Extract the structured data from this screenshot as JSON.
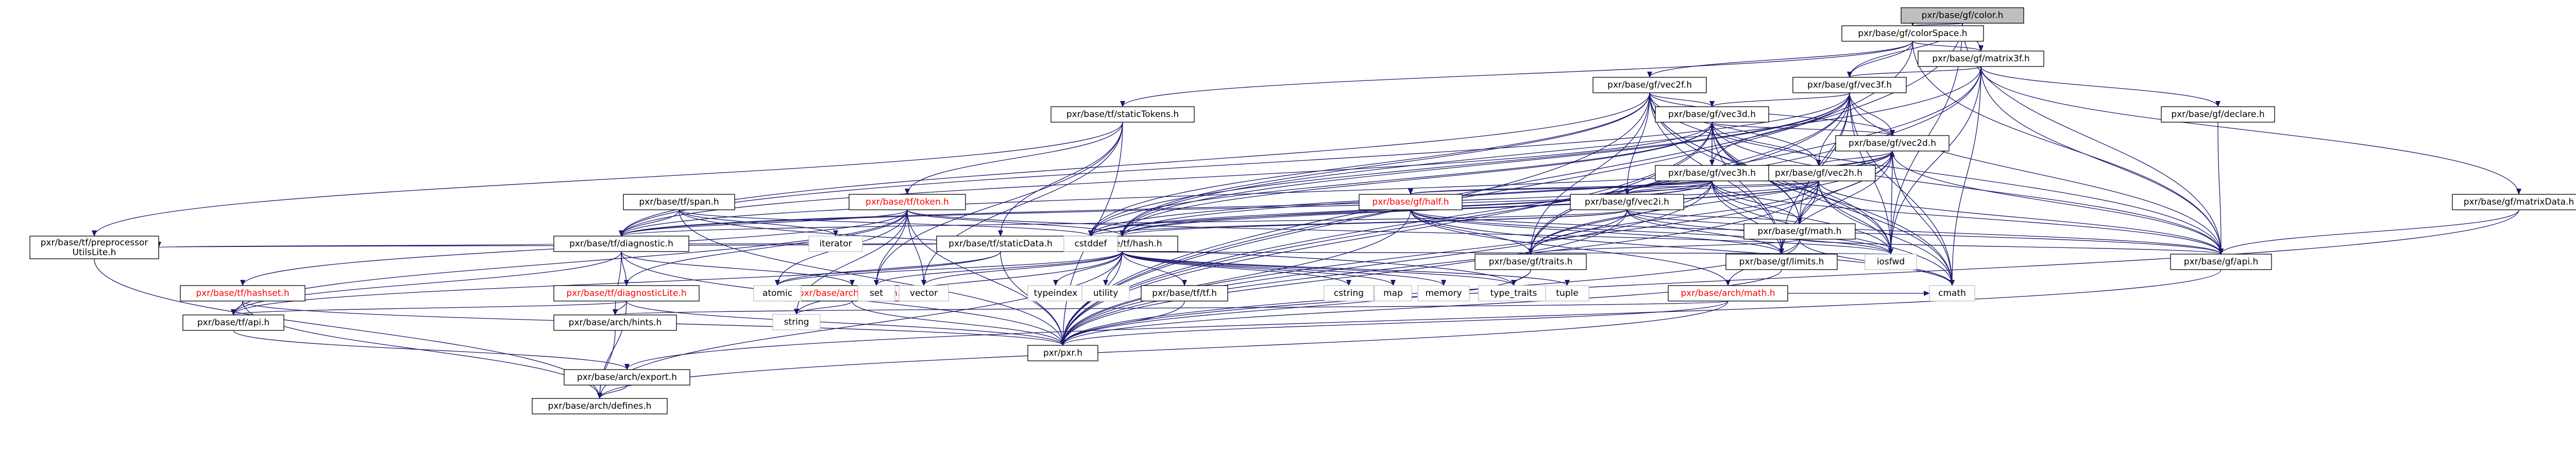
{
  "graph": {
    "title": "pxr/base/gf/color.h",
    "nodes": [
      {
        "id": "color",
        "label": "pxr/base/gf/color.h",
        "kind": "root"
      },
      {
        "id": "colorSpace",
        "label": "pxr/base/gf/colorSpace.h",
        "kind": "doc"
      },
      {
        "id": "matrix3f",
        "label": "pxr/base/gf/matrix3f.h",
        "kind": "doc"
      },
      {
        "id": "vec3f",
        "label": "pxr/base/gf/vec3f.h",
        "kind": "doc"
      },
      {
        "id": "vec2f",
        "label": "pxr/base/gf/vec2f.h",
        "kind": "doc"
      },
      {
        "id": "staticTokens",
        "label": "pxr/base/tf/staticTokens.h",
        "kind": "doc"
      },
      {
        "id": "vec3d",
        "label": "pxr/base/gf/vec3d.h",
        "kind": "doc"
      },
      {
        "id": "declare",
        "label": "pxr/base/gf/declare.h",
        "kind": "doc"
      },
      {
        "id": "vec2d",
        "label": "pxr/base/gf/vec2d.h",
        "kind": "doc"
      },
      {
        "id": "vec2h",
        "label": "pxr/base/gf/vec2h.h",
        "kind": "doc"
      },
      {
        "id": "vec3h",
        "label": "pxr/base/gf/vec3h.h",
        "kind": "doc"
      },
      {
        "id": "vec2i",
        "label": "pxr/base/gf/vec2i.h",
        "kind": "doc"
      },
      {
        "id": "matrixData",
        "label": "pxr/base/gf/matrixData.h",
        "kind": "doc"
      },
      {
        "id": "preprocessorUtilsLite",
        "label": "pxr/base/tf/preprocessor\nUtilsLite.h",
        "kind": "doc"
      },
      {
        "id": "diagnostic",
        "label": "pxr/base/tf/diagnostic.h",
        "kind": "doc"
      },
      {
        "id": "tfSpan",
        "label": "pxr/base/tf/span.h",
        "kind": "doc"
      },
      {
        "id": "tfToken",
        "label": "pxr/base/tf/token.h",
        "kind": "red"
      },
      {
        "id": "staticData",
        "label": "pxr/base/tf/staticData.h",
        "kind": "doc"
      },
      {
        "id": "half",
        "label": "pxr/base/gf/half.h",
        "kind": "red"
      },
      {
        "id": "gfMath",
        "label": "pxr/base/gf/math.h",
        "kind": "doc"
      },
      {
        "id": "limits",
        "label": "pxr/base/gf/limits.h",
        "kind": "doc"
      },
      {
        "id": "archMath",
        "label": "pxr/base/arch/math.h",
        "kind": "red"
      },
      {
        "id": "tfHash",
        "label": "pxr/base/tf/hash.h",
        "kind": "doc"
      },
      {
        "id": "traits",
        "label": "pxr/base/gf/traits.h",
        "kind": "doc"
      },
      {
        "id": "gfApi",
        "label": "pxr/base/gf/api.h",
        "kind": "doc"
      },
      {
        "id": "hashset",
        "label": "pxr/base/tf/hashset.h",
        "kind": "red"
      },
      {
        "id": "diagnosticLite",
        "label": "pxr/base/tf/diagnosticLite.h",
        "kind": "red"
      },
      {
        "id": "archFunction",
        "label": "pxr/base/arch/function.h",
        "kind": "red"
      },
      {
        "id": "tfApi",
        "label": "pxr/base/tf/api.h",
        "kind": "doc"
      },
      {
        "id": "archHints",
        "label": "pxr/base/arch/hints.h",
        "kind": "doc"
      },
      {
        "id": "tfTf",
        "label": "pxr/base/tf/tf.h",
        "kind": "doc"
      },
      {
        "id": "pxr",
        "label": "pxr/pxr.h",
        "kind": "doc"
      },
      {
        "id": "archExport",
        "label": "pxr/base/arch/export.h",
        "kind": "doc"
      },
      {
        "id": "archDefines",
        "label": "pxr/base/arch/defines.h",
        "kind": "doc"
      },
      {
        "id": "iterator",
        "label": "iterator",
        "kind": "plain"
      },
      {
        "id": "cstddef",
        "label": "cstddef",
        "kind": "plain"
      },
      {
        "id": "atomic",
        "label": "atomic",
        "kind": "plain"
      },
      {
        "id": "set",
        "label": "set",
        "kind": "plain"
      },
      {
        "id": "vector",
        "label": "vector",
        "kind": "plain"
      },
      {
        "id": "typeindex",
        "label": "typeindex",
        "kind": "plain"
      },
      {
        "id": "utility",
        "label": "utility",
        "kind": "plain"
      },
      {
        "id": "cstring",
        "label": "cstring",
        "kind": "plain"
      },
      {
        "id": "map",
        "label": "map",
        "kind": "plain"
      },
      {
        "id": "memory",
        "label": "memory",
        "kind": "plain"
      },
      {
        "id": "typeTraits",
        "label": "type_traits",
        "kind": "plain"
      },
      {
        "id": "tuple",
        "label": "tuple",
        "kind": "plain"
      },
      {
        "id": "iosfwd",
        "label": "iosfwd",
        "kind": "plain"
      },
      {
        "id": "cmath",
        "label": "cmath",
        "kind": "plain"
      },
      {
        "id": "string",
        "label": "string",
        "kind": "plain"
      }
    ],
    "edges": [
      [
        "color",
        "colorSpace"
      ],
      [
        "color",
        "matrix3f"
      ],
      [
        "color",
        "vec3f"
      ],
      [
        "color",
        "gfApi"
      ],
      [
        "color",
        "pxr"
      ],
      [
        "color",
        "iosfwd"
      ],
      [
        "colorSpace",
        "matrix3f"
      ],
      [
        "colorSpace",
        "vec2f"
      ],
      [
        "colorSpace",
        "vec3f"
      ],
      [
        "colorSpace",
        "staticTokens"
      ],
      [
        "colorSpace",
        "gfApi"
      ],
      [
        "colorSpace",
        "pxr"
      ],
      [
        "matrix3f",
        "declare"
      ],
      [
        "matrix3f",
        "matrixData"
      ],
      [
        "matrix3f",
        "vec3f"
      ],
      [
        "matrix3f",
        "traits"
      ],
      [
        "matrix3f",
        "gfApi"
      ],
      [
        "matrix3f",
        "pxr"
      ],
      [
        "matrix3f",
        "iosfwd"
      ],
      [
        "matrix3f",
        "tfHash"
      ],
      [
        "matrix3f",
        "cmath"
      ],
      [
        "vec3f",
        "diagnostic"
      ],
      [
        "vec3f",
        "limits"
      ],
      [
        "vec3f",
        "traits"
      ],
      [
        "vec3f",
        "gfMath"
      ],
      [
        "vec3f",
        "tfHash"
      ],
      [
        "vec3f",
        "gfApi"
      ],
      [
        "vec3f",
        "pxr"
      ],
      [
        "vec3f",
        "cstddef"
      ],
      [
        "vec3f",
        "cmath"
      ],
      [
        "vec3f",
        "iosfwd"
      ],
      [
        "vec3f",
        "vec3d"
      ],
      [
        "vec3f",
        "vec3h"
      ],
      [
        "vec3f",
        "vec2d"
      ],
      [
        "vec3f",
        "vec2h"
      ],
      [
        "vec2f",
        "diagnostic"
      ],
      [
        "vec2f",
        "limits"
      ],
      [
        "vec2f",
        "traits"
      ],
      [
        "vec2f",
        "gfMath"
      ],
      [
        "vec2f",
        "tfHash"
      ],
      [
        "vec2f",
        "gfApi"
      ],
      [
        "vec2f",
        "pxr"
      ],
      [
        "vec2f",
        "cstddef"
      ],
      [
        "vec2f",
        "cmath"
      ],
      [
        "vec2f",
        "iosfwd"
      ],
      [
        "vec2f",
        "vec2d"
      ],
      [
        "vec2f",
        "vec2h"
      ],
      [
        "vec2f",
        "vec2i"
      ],
      [
        "vec2f",
        "vec3d"
      ],
      [
        "staticTokens",
        "preprocessorUtilsLite"
      ],
      [
        "staticTokens",
        "staticData"
      ],
      [
        "staticTokens",
        "tfToken"
      ],
      [
        "staticTokens",
        "pxr"
      ],
      [
        "staticTokens",
        "set"
      ],
      [
        "staticTokens",
        "vector"
      ],
      [
        "vec3d",
        "diagnostic"
      ],
      [
        "vec3d",
        "limits"
      ],
      [
        "vec3d",
        "traits"
      ],
      [
        "vec3d",
        "gfMath"
      ],
      [
        "vec3d",
        "tfHash"
      ],
      [
        "vec3d",
        "gfApi"
      ],
      [
        "vec3d",
        "pxr"
      ],
      [
        "vec3d",
        "cstddef"
      ],
      [
        "vec3d",
        "cmath"
      ],
      [
        "vec3d",
        "iosfwd"
      ],
      [
        "vec3d",
        "vec2d"
      ],
      [
        "vec3d",
        "vec2h"
      ],
      [
        "vec3d",
        "vec3h"
      ],
      [
        "vec2d",
        "diagnostic"
      ],
      [
        "vec2d",
        "limits"
      ],
      [
        "vec2d",
        "traits"
      ],
      [
        "vec2d",
        "gfMath"
      ],
      [
        "vec2d",
        "tfHash"
      ],
      [
        "vec2d",
        "gfApi"
      ],
      [
        "vec2d",
        "pxr"
      ],
      [
        "vec2d",
        "cstddef"
      ],
      [
        "vec2d",
        "cmath"
      ],
      [
        "vec2d",
        "iosfwd"
      ],
      [
        "vec2d",
        "vec2i"
      ],
      [
        "vec2h",
        "diagnostic"
      ],
      [
        "vec2h",
        "limits"
      ],
      [
        "vec2h",
        "traits"
      ],
      [
        "vec2h",
        "gfMath"
      ],
      [
        "vec2h",
        "half"
      ],
      [
        "vec2h",
        "tfHash"
      ],
      [
        "vec2h",
        "gfApi"
      ],
      [
        "vec2h",
        "pxr"
      ],
      [
        "vec2h",
        "cstddef"
      ],
      [
        "vec2h",
        "cmath"
      ],
      [
        "vec2h",
        "iosfwd"
      ],
      [
        "vec2h",
        "vec2i"
      ],
      [
        "vec2h",
        "vec2d"
      ],
      [
        "vec3h",
        "diagnostic"
      ],
      [
        "vec3h",
        "limits"
      ],
      [
        "vec3h",
        "traits"
      ],
      [
        "vec3h",
        "gfMath"
      ],
      [
        "vec3h",
        "half"
      ],
      [
        "vec3h",
        "tfHash"
      ],
      [
        "vec3h",
        "gfApi"
      ],
      [
        "vec3h",
        "pxr"
      ],
      [
        "vec3h",
        "cstddef"
      ],
      [
        "vec3h",
        "cmath"
      ],
      [
        "vec3h",
        "iosfwd"
      ],
      [
        "vec3h",
        "vec2h"
      ],
      [
        "vec3h",
        "vec3d"
      ],
      [
        "vec3h",
        "vec2i"
      ],
      [
        "vec2i",
        "diagnostic"
      ],
      [
        "vec2i",
        "limits"
      ],
      [
        "vec2i",
        "traits"
      ],
      [
        "vec2i",
        "tfHash"
      ],
      [
        "vec2i",
        "gfApi"
      ],
      [
        "vec2i",
        "pxr"
      ],
      [
        "vec2i",
        "cstddef"
      ],
      [
        "vec2i",
        "iosfwd"
      ],
      [
        "vec2i",
        "gfMath"
      ],
      [
        "matrixData",
        "pxr"
      ],
      [
        "matrixData",
        "gfApi"
      ],
      [
        "declare",
        "gfApi"
      ],
      [
        "diagnostic",
        "diagnosticLite"
      ],
      [
        "diagnostic",
        "tfApi"
      ],
      [
        "diagnostic",
        "pxr"
      ],
      [
        "diagnostic",
        "preprocessorUtilsLite"
      ],
      [
        "diagnostic",
        "archFunction"
      ],
      [
        "diagnostic",
        "archHints"
      ],
      [
        "diagnostic",
        "cstddef"
      ],
      [
        "tfSpan",
        "diagnostic"
      ],
      [
        "tfSpan",
        "pxr"
      ],
      [
        "tfSpan",
        "cstddef"
      ],
      [
        "tfSpan",
        "iterator"
      ],
      [
        "tfSpan",
        "typeTraits"
      ],
      [
        "tfToken",
        "tfHash"
      ],
      [
        "tfToken",
        "tfApi"
      ],
      [
        "tfToken",
        "pxr"
      ],
      [
        "tfToken",
        "diagnosticLite"
      ],
      [
        "tfToken",
        "hashset"
      ],
      [
        "tfToken",
        "atomic"
      ],
      [
        "tfToken",
        "iosfwd"
      ],
      [
        "tfToken",
        "set"
      ],
      [
        "tfToken",
        "vector"
      ],
      [
        "tfToken",
        "string"
      ],
      [
        "tfToken",
        "diagnostic"
      ],
      [
        "staticData",
        "tfApi"
      ],
      [
        "staticData",
        "pxr"
      ],
      [
        "staticData",
        "preprocessorUtilsLite"
      ],
      [
        "staticData",
        "atomic"
      ],
      [
        "half",
        "gfApi"
      ],
      [
        "half",
        "traits"
      ],
      [
        "half",
        "pxr"
      ],
      [
        "half",
        "archMath"
      ],
      [
        "half",
        "iosfwd"
      ],
      [
        "half",
        "limits"
      ],
      [
        "half",
        "cmath"
      ],
      [
        "gfMath",
        "traits"
      ],
      [
        "gfMath",
        "gfApi"
      ],
      [
        "gfMath",
        "pxr"
      ],
      [
        "gfMath",
        "archMath"
      ],
      [
        "gfMath",
        "cmath"
      ],
      [
        "limits",
        "pxr"
      ],
      [
        "archMath",
        "pxr"
      ],
      [
        "archMath",
        "archDefines"
      ],
      [
        "archMath",
        "cmath"
      ],
      [
        "archMath",
        "archHints"
      ],
      [
        "tfHash",
        "tfTf"
      ],
      [
        "tfHash",
        "pxr"
      ],
      [
        "tfHash",
        "typeindex"
      ],
      [
        "tfHash",
        "utility"
      ],
      [
        "tfHash",
        "cstring"
      ],
      [
        "tfHash",
        "map"
      ],
      [
        "tfHash",
        "memory"
      ],
      [
        "tfHash",
        "typeTraits"
      ],
      [
        "tfHash",
        "tuple"
      ],
      [
        "tfHash",
        "string"
      ],
      [
        "tfHash",
        "vector"
      ],
      [
        "tfHash",
        "set"
      ],
      [
        "tfHash",
        "atomic"
      ],
      [
        "tfHash",
        "archDefines"
      ],
      [
        "tfHash",
        "cstddef"
      ],
      [
        "tfHash",
        "iosfwd"
      ],
      [
        "traits",
        "pxr"
      ],
      [
        "traits",
        "typeTraits"
      ],
      [
        "gfApi",
        "archExport"
      ],
      [
        "hashset",
        "pxr"
      ],
      [
        "hashset",
        "tfApi"
      ],
      [
        "hashset",
        "archDefines"
      ],
      [
        "diagnosticLite",
        "tfApi"
      ],
      [
        "diagnosticLite",
        "pxr"
      ],
      [
        "diagnosticLite",
        "archHints"
      ],
      [
        "diagnosticLite",
        "archDefines"
      ],
      [
        "archFunction",
        "pxr"
      ],
      [
        "archFunction",
        "string"
      ],
      [
        "tfApi",
        "archExport"
      ],
      [
        "archHints",
        "archDefines"
      ],
      [
        "tfTf",
        "pxr"
      ],
      [
        "preprocessorUtilsLite",
        "archDefines"
      ],
      [
        "archExport",
        "archDefines"
      ]
    ]
  }
}
